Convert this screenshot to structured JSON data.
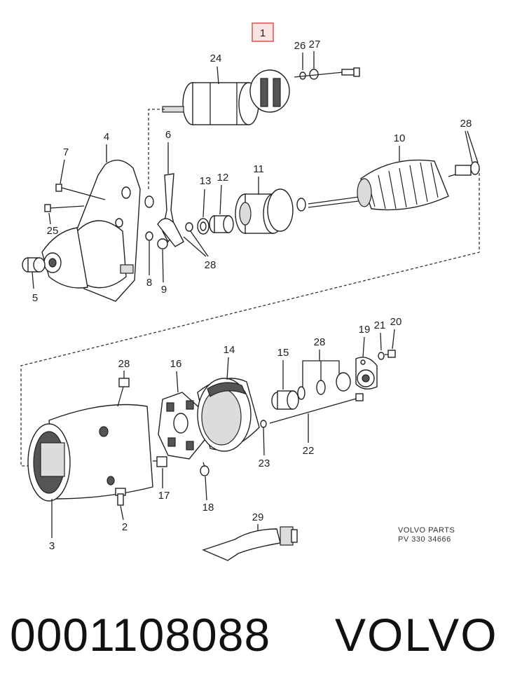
{
  "diagram": {
    "highlighted_callout": "1",
    "callouts": [
      "24",
      "26",
      "27",
      "28",
      "4",
      "6",
      "7",
      "10",
      "11",
      "12",
      "13",
      "25",
      "28",
      "5",
      "8",
      "9",
      "19",
      "21",
      "20",
      "28",
      "16",
      "14",
      "15",
      "28",
      "3",
      "2",
      "17",
      "18",
      "23",
      "22",
      "29"
    ],
    "reference": {
      "line1": "VOLVO  PARTS",
      "line2": "PV 330 34666"
    },
    "highlight_color": "#e05a5a"
  },
  "footer": {
    "part_number": "0001108088",
    "brand": "VOLVO"
  }
}
